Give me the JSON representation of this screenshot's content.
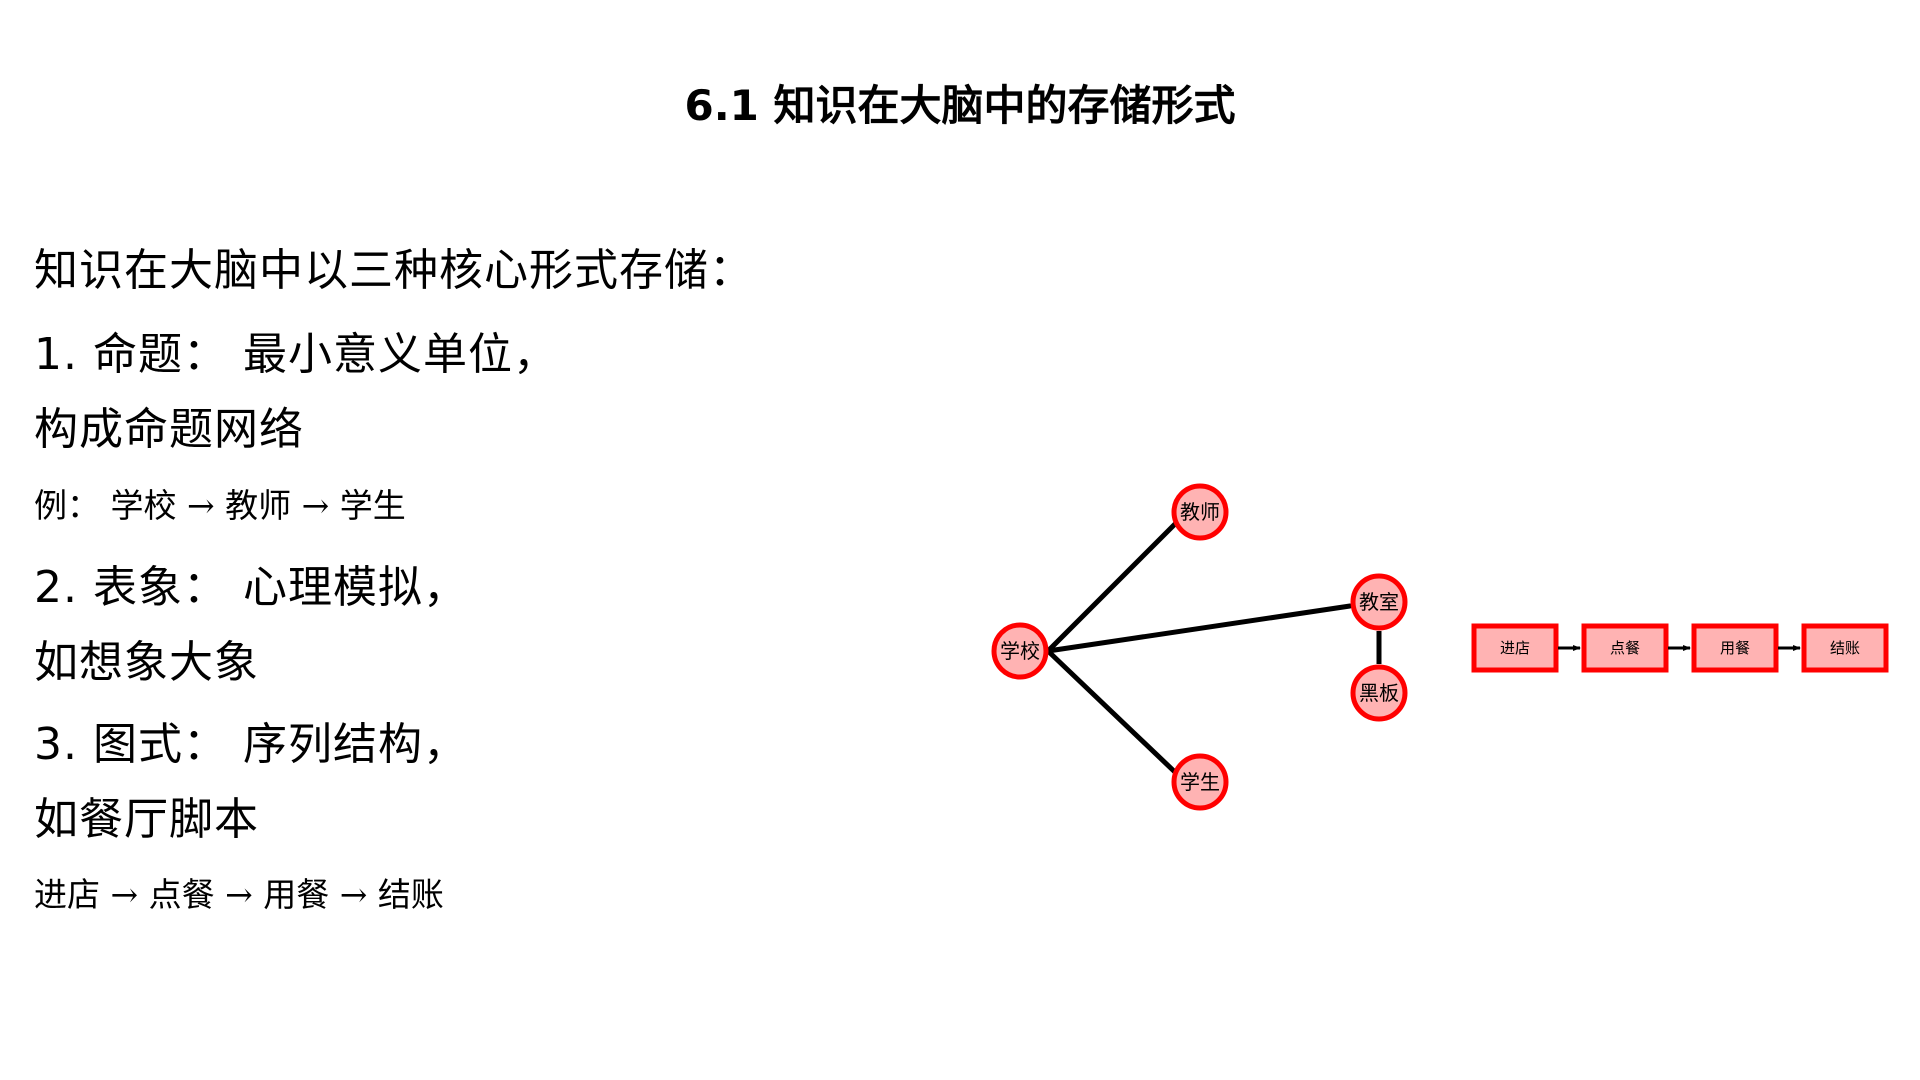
{
  "slide": {
    "title": "6.1 知识在大脑中的存储形式",
    "intro": "知识在大脑中以三种核心形式存储：",
    "items": [
      {
        "line1": "1. 命题：  最小意义单位，",
        "line2": "构成命题网络",
        "example": "例：  学校 → 教师 → 学生"
      },
      {
        "line1": "2. 表象：  心理模拟，",
        "line2": "如想象大象"
      },
      {
        "line1": "3. 图式：  序列结构，",
        "line2": "如餐厅脚本",
        "example": "进店 → 点餐 → 用餐 → 结账"
      }
    ]
  },
  "colors": {
    "node_fill": "#ffb3b3",
    "node_stroke": "#ff0000",
    "edge": "#000000"
  },
  "proposition_network": {
    "nodes": [
      {
        "id": "school",
        "label": "学校"
      },
      {
        "id": "teacher",
        "label": "教师"
      },
      {
        "id": "student",
        "label": "学生"
      },
      {
        "id": "classroom",
        "label": "教室"
      },
      {
        "id": "blackboard",
        "label": "黑板"
      }
    ],
    "edges": [
      {
        "from": "学校",
        "to": "教师"
      },
      {
        "from": "学校",
        "to": "学生"
      },
      {
        "from": "学校",
        "to": "教室"
      },
      {
        "from": "教室",
        "to": "黑板"
      }
    ]
  },
  "schema_script": {
    "steps": [
      {
        "label": "进店"
      },
      {
        "label": "点餐"
      },
      {
        "label": "用餐"
      },
      {
        "label": "结账"
      }
    ]
  }
}
